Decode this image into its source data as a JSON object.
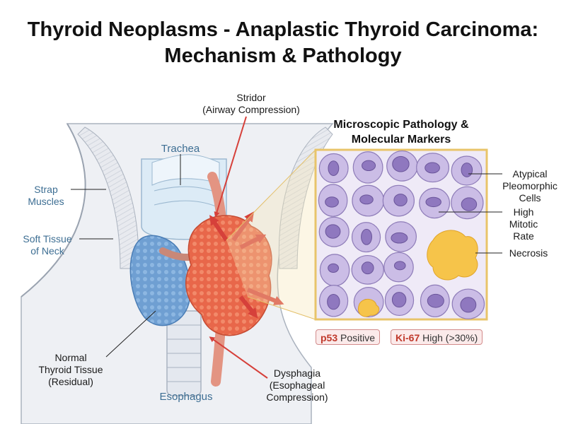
{
  "title": {
    "line1": "Thyroid Neoplasms - Anaplastic Thyroid Carcinoma:",
    "line2": "Mechanism & Pathology"
  },
  "anatomy": {
    "stridor_1": "Stridor",
    "stridor_2": "(Airway Compression)",
    "trachea": "Trachea",
    "strap_1": "Strap",
    "strap_2": "Muscles",
    "soft_1": "Soft Tissue",
    "soft_2": "of Neck",
    "normal_1": "Normal",
    "normal_2": "Thyroid Tissue",
    "normal_3": "(Residual)",
    "esophagus": "Esophagus",
    "dysphagia_1": "Dysphagia",
    "dysphagia_2": "(Esophageal",
    "dysphagia_3": "Compression)"
  },
  "micro": {
    "title_1": "Microscopic Pathology &",
    "title_2": "Molecular Markers",
    "atypical_1": "Atypical",
    "atypical_2": "Pleomorphic",
    "atypical_3": "Cells",
    "mitotic_1": "High",
    "mitotic_2": "Mitotic",
    "mitotic_3": "Rate",
    "necrosis": "Necrosis"
  },
  "markers": {
    "p53_name": "p53",
    "p53_value": "Positive",
    "ki67_name": "Ki-67",
    "ki67_value": "High (>30%)"
  },
  "colors": {
    "tumor": "#e8674a",
    "normal_thyroid": "#6f9fd2",
    "cell_fill": "#cbbde6",
    "necrosis": "#f6c44a",
    "panel_border": "#e8c46a",
    "arrow": "#d6403a"
  }
}
